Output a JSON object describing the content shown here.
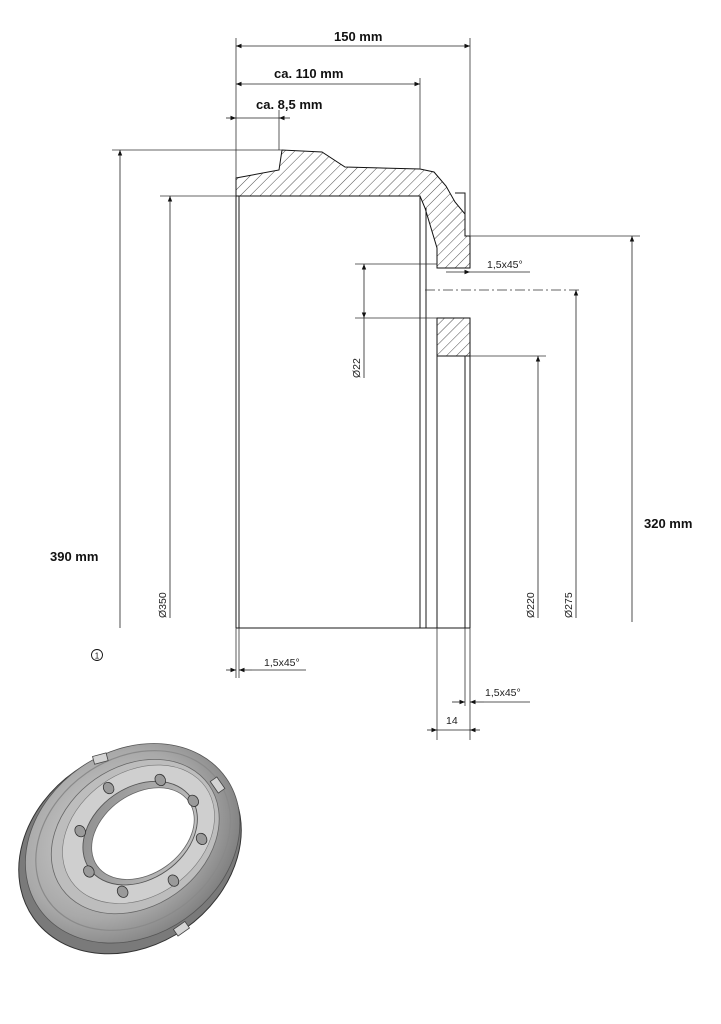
{
  "drawing": {
    "dimensions": {
      "overall_width": "150 mm",
      "inner_width": "ca. 110 mm",
      "flange_offset": "ca. 8,5 mm",
      "outer_height": "390 mm",
      "right_height": "320 mm",
      "bore_diameter": "Ø350",
      "hole_diameter": "Ø22",
      "inner_bore": "Ø220",
      "bolt_circle": "Ø275",
      "web_thickness": "14",
      "chamfer_top": "1,5x45°",
      "chamfer_bottom_left": "1,5x45°",
      "chamfer_bottom_right": "1,5x45°"
    },
    "callout": "1"
  }
}
